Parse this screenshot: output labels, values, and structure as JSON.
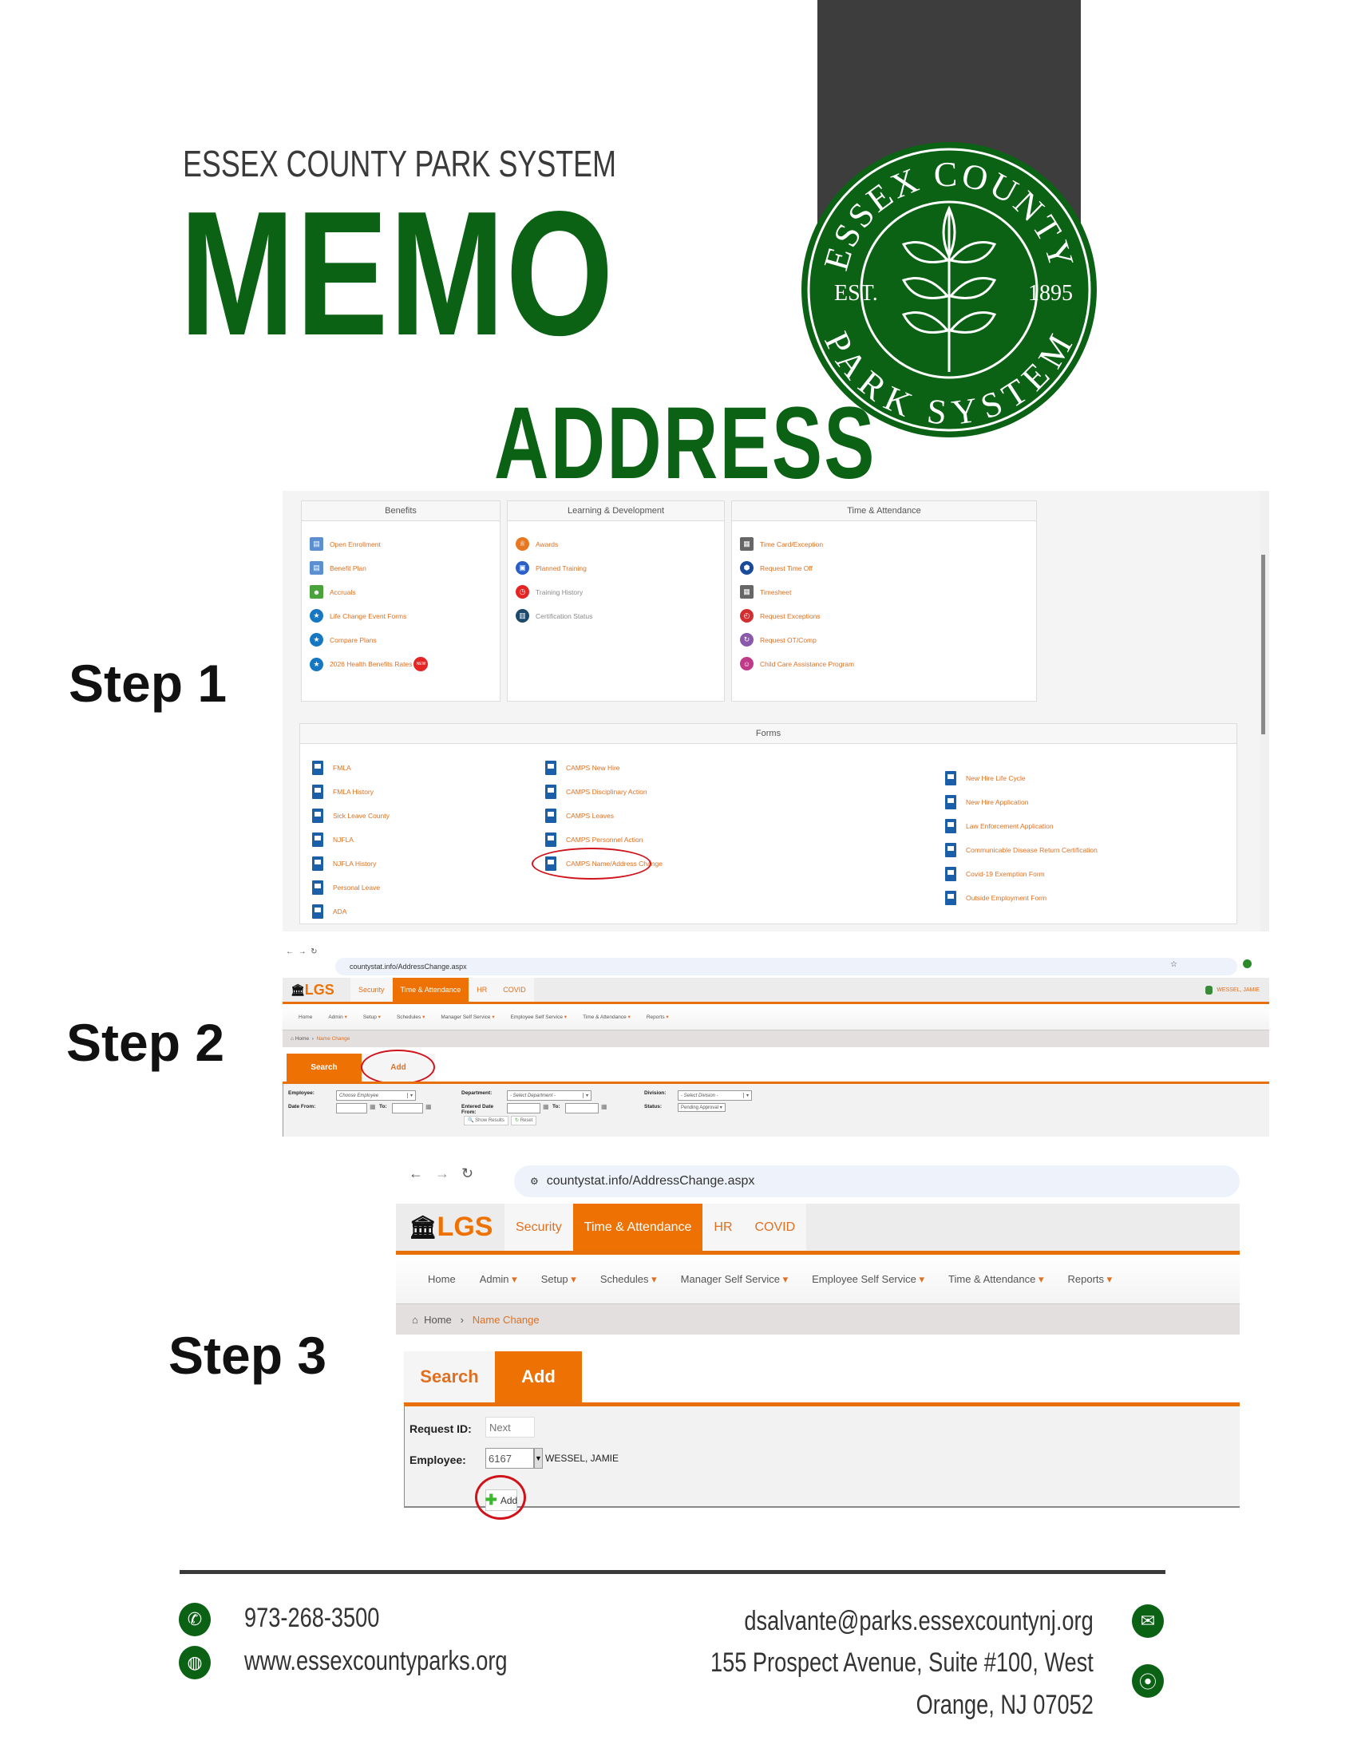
{
  "header": {
    "organization": "ESSEX COUNTY PARK SYSTEM",
    "title": "MEMO",
    "subtitle": "ADDRESS",
    "seal": {
      "top": "ESSEX COUNTY",
      "bottom": "PARK SYSTEM",
      "left": "EST.",
      "right": "1895"
    },
    "colors": {
      "brand_green": "#0b6114",
      "dark_bar": "#3d3d3d",
      "accent_orange": "#ee7203",
      "highlight_red": "#d0121b"
    }
  },
  "steps": {
    "step1": "Step 1",
    "step2": "Step 2",
    "step3": "Step 3"
  },
  "step1": {
    "panels": [
      {
        "title": "Benefits",
        "items": [
          {
            "label": "Open Enrollment",
            "icon": "clipboard-icon",
            "color": "#5b8fd0"
          },
          {
            "label": "Benefit Plan",
            "icon": "clipboard-icon",
            "color": "#5b8fd0"
          },
          {
            "label": "Accruals",
            "icon": "user-accruals-icon",
            "color": "#4aa33a"
          },
          {
            "label": "Life Change Event Forms",
            "icon": "star-icon",
            "color": "#1677c2"
          },
          {
            "label": "Compare Plans",
            "icon": "star-icon",
            "color": "#1677c2"
          },
          {
            "label": "2026 Health Benefits Rates",
            "icon": "star-icon",
            "color": "#1677c2",
            "badge": "NEW"
          }
        ]
      },
      {
        "title": "Learning & Development",
        "items": [
          {
            "label": "Awards",
            "icon": "trophy-icon",
            "color": "#e87722"
          },
          {
            "label": "Planned Training",
            "icon": "training-icon",
            "color": "#2a5fc8"
          },
          {
            "label": "Training History",
            "icon": "clock-history-icon",
            "color": "#e52424",
            "muted": true
          },
          {
            "label": "Certification Status",
            "icon": "certificate-icon",
            "color": "#1d4a6a",
            "muted": true
          }
        ]
      },
      {
        "title": "Time & Attendance",
        "items": [
          {
            "label": "Time Card/Exception",
            "icon": "calendar-icon",
            "color": "#666"
          },
          {
            "label": "Request Time Off",
            "icon": "time-off-icon",
            "color": "#1a4a9a"
          },
          {
            "label": "Timesheet",
            "icon": "calendar-icon",
            "color": "#666"
          },
          {
            "label": "Request Exceptions",
            "icon": "alarm-clock-icon",
            "color": "#d23030"
          },
          {
            "label": "Request OT/Comp",
            "icon": "refresh-clock-icon",
            "color": "#8a5aaa"
          },
          {
            "label": "Child Care Assistance Program",
            "icon": "family-icon",
            "color": "#c03a8a"
          }
        ]
      }
    ],
    "forms": {
      "title": "Forms",
      "columns": [
        [
          "FMLA",
          "FMLA History",
          "Sick Leave County",
          "NJFLA",
          "NJFLA History",
          "Personal Leave",
          "ADA"
        ],
        [
          "CAMPS New Hire",
          "CAMPS Disciplinary Action",
          "CAMPS Leaves",
          "CAMPS Personnel Action",
          "CAMPS Name/Address Change"
        ],
        [
          "New Hire Life Cycle",
          "New Hire Application",
          "Law Enforcement Application",
          "Communicable Disease Return Certification",
          "Covid-19 Exemption Form",
          "Outside Employment Form"
        ]
      ],
      "highlighted": "CAMPS Name/Address Change"
    }
  },
  "browser": {
    "url": "countystat.info/AddressChange.aspx",
    "logo": "LGS",
    "top_tabs": [
      "Security",
      "Time & Attendance",
      "HR",
      "COVID"
    ],
    "active_top_tab": "Time & Attendance",
    "menu": [
      "Home",
      "Admin",
      "Setup",
      "Schedules",
      "Manager Self Service",
      "Employee Self Service",
      "Time & Attendance",
      "Reports"
    ],
    "user": "WESSEL, JAMIE"
  },
  "step2": {
    "breadcrumb": [
      "Home",
      "Name Change"
    ],
    "tabs": [
      "Search",
      "Add"
    ],
    "active_tab": "Search",
    "highlighted_tab": "Add",
    "form": {
      "employee_label": "Employee:",
      "employee_value": "Choose Employee",
      "department_label": "Department:",
      "department_value": "- Select Department -",
      "division_label": "Division:",
      "division_value": "- Select Division -",
      "date_from_label": "Date From:",
      "to_label": "To:",
      "entered_date_label": "Entered Date From:",
      "status_label": "Status:",
      "status_value": "Pending Approval",
      "show_results": "Show Results",
      "reset": "Reset"
    }
  },
  "step3": {
    "breadcrumb": [
      "Home",
      "Name Change"
    ],
    "tabs": [
      "Search",
      "Add"
    ],
    "active_tab": "Add",
    "form": {
      "request_id_label": "Request ID:",
      "request_id_placeholder": "Next",
      "employee_label": "Employee:",
      "employee_id": "6167",
      "employee_name": "WESSEL, JAMIE",
      "add_button": "Add"
    }
  },
  "footer": {
    "phone": "973-268-3500",
    "website": "www.essexcountyparks.org",
    "email": "dsalvante@parks.essexcountynj.org",
    "address_line1": "155 Prospect Avenue, Suite #100, West",
    "address_line2": "Orange, NJ 07052"
  }
}
